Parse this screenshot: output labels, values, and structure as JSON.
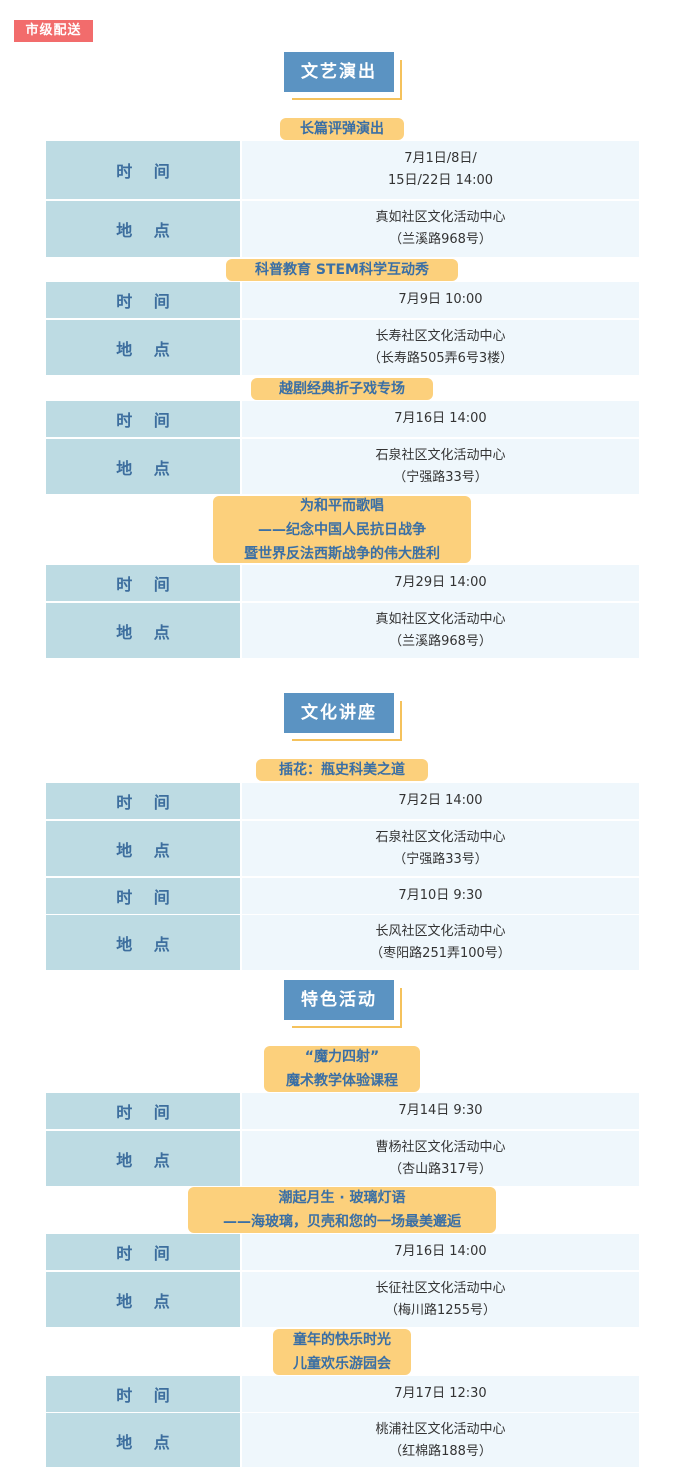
{
  "tag": "市级配送",
  "labels": {
    "time": "时 间",
    "place": "地 点"
  },
  "sections": [
    {
      "title": "文艺演出",
      "events": [
        {
          "title": [
            "长篇评弹演出"
          ],
          "slots": [
            {
              "time": [
                "7月1日/8日/",
                "15日/22日 14:00"
              ],
              "place": [
                "真如社区文化活动中心",
                "（兰溪路968号）"
              ]
            }
          ]
        },
        {
          "title": [
            "科普教育 STEM科学互动秀"
          ],
          "slots": [
            {
              "time": [
                "7月9日 10:00"
              ],
              "place": [
                "长寿社区文化活动中心",
                "（长寿路505弄6号3楼）"
              ]
            }
          ]
        },
        {
          "title": [
            "越剧经典折子戏专场"
          ],
          "slots": [
            {
              "time": [
                "7月16日 14:00"
              ],
              "place": [
                "石泉社区文化活动中心",
                "（宁强路33号）"
              ]
            }
          ]
        },
        {
          "title": [
            "为和平而歌唱",
            "——纪念中国人民抗日战争",
            "暨世界反法西斯战争的伟大胜利"
          ],
          "slots": [
            {
              "time": [
                "7月29日 14:00"
              ],
              "place": [
                "真如社区文化活动中心",
                "（兰溪路968号）"
              ]
            }
          ]
        }
      ]
    },
    {
      "title": "文化讲座",
      "events": [
        {
          "title": [
            "插花：瓶史科美之道"
          ],
          "slots": [
            {
              "time": [
                "7月2日 14:00"
              ],
              "place": [
                "石泉社区文化活动中心",
                "（宁强路33号）"
              ]
            },
            {
              "time": [
                "7月10日 9:30"
              ],
              "place": [
                "长风社区文化活动中心",
                "（枣阳路251弄100号）"
              ]
            }
          ]
        }
      ]
    },
    {
      "title": "特色活动",
      "events": [
        {
          "title": [
            "“魔力四射”",
            "魔术教学体验课程"
          ],
          "slots": [
            {
              "time": [
                "7月14日 9:30"
              ],
              "place": [
                "曹杨社区文化活动中心",
                "（杏山路317号）"
              ]
            }
          ]
        },
        {
          "title": [
            "潮起月生 · 玻璃灯语",
            "——海玻璃，贝壳和您的一场最美邂逅"
          ],
          "slots": [
            {
              "time": [
                "7月16日 14:00"
              ],
              "place": [
                "长征社区文化活动中心",
                "（梅川路1255号）"
              ]
            }
          ]
        },
        {
          "title": [
            "童年的快乐时光",
            "儿童欢乐游园会"
          ],
          "slots": [
            {
              "time": [
                "7月17日 12:30"
              ],
              "place": [
                "桃浦社区文化活动中心",
                "（红棉路188号）"
              ]
            }
          ]
        }
      ]
    }
  ]
}
